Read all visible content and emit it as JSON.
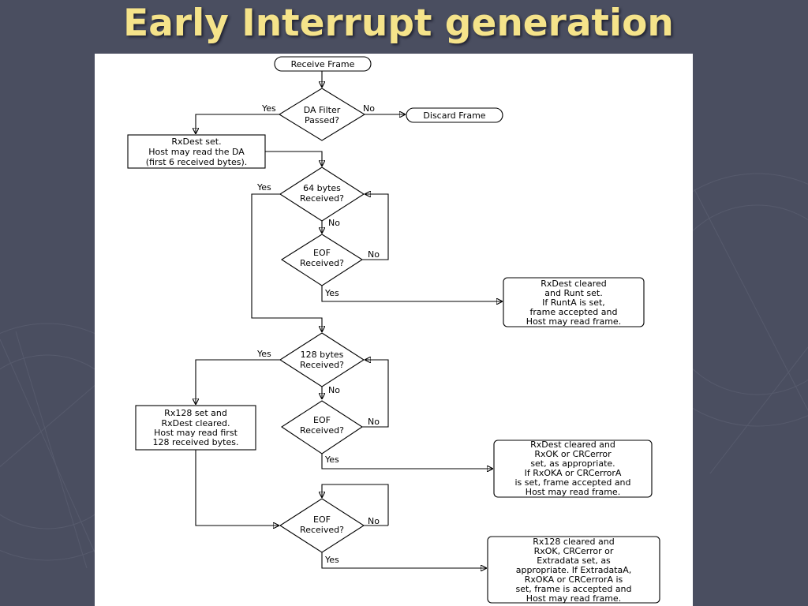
{
  "slide": {
    "title": "Early Interrupt generation"
  },
  "flowchart": {
    "start": "Receive Frame",
    "da_filter": [
      "DA Filter",
      "Passed?"
    ],
    "discard": "Discard Frame",
    "rxdest_set": [
      "RxDest set.",
      "Host may read the DA",
      "(first 6 received bytes)."
    ],
    "bytes64": [
      "64 bytes",
      "Received?"
    ],
    "eof": [
      "EOF",
      "Received?"
    ],
    "runt_box": [
      "RxDest cleared",
      "and Runt set.",
      "If RuntA is set,",
      "frame accepted and",
      "Host may read frame."
    ],
    "bytes128": [
      "128 bytes",
      "Received?"
    ],
    "rx128_box": [
      "Rx128 set and",
      "RxDest cleared.",
      "Host may read first",
      "128 received bytes."
    ],
    "crc_box": [
      "RxDest cleared and",
      "RxOK or CRCerror",
      "set, as appropriate.",
      "If RxOKA or CRCerrorA",
      "is set, frame accepted and",
      "Host may read frame."
    ],
    "extra_box": [
      "Rx128 cleared and",
      "RxOK, CRCerror or",
      "Extradata set, as",
      "appropriate.  If ExtradataA,",
      "RxOKA or CRCerrorA is",
      "set, frame is accepted and",
      "Host may read frame."
    ],
    "labels": {
      "yes": "Yes",
      "no": "No"
    }
  },
  "colors": {
    "background": "#4a4e60",
    "title": "#f5e38a",
    "figure": "#ffffff"
  }
}
